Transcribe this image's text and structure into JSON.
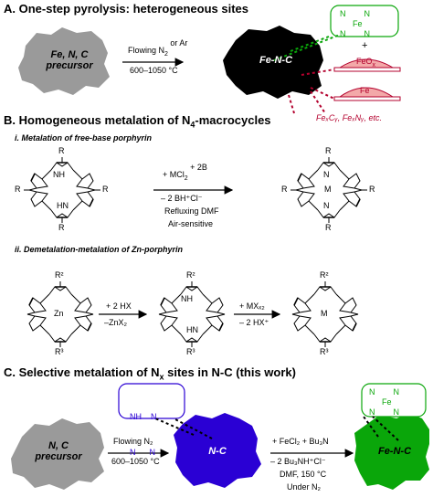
{
  "section_a": {
    "title": "A. One-step pyrolysis: heterogeneous sites",
    "precursor_line1": "Fe, N, C",
    "precursor_line2": "precursor",
    "arrow_above": "Flowing N",
    "arrow_above_sub": "2",
    "arrow_above_tail": " or Ar",
    "arrow_below": "600–1050 °C",
    "product": "Fe-N-C",
    "site_label_fe": "Fe",
    "site_label_n": "N",
    "plus": "+",
    "particle_1": "FeO",
    "particle_1_sub": "x",
    "particle_2": "Fe",
    "carbides": "FeₓCᵧ, FeₓNᵧ, etc."
  },
  "section_b": {
    "title": "B. Homogeneous metalation of N",
    "title_sub": "4",
    "title_tail": "-macrocycles",
    "sub_i": "i. Metalation of free-base porphyrin",
    "sub_i_reagent_top": "+ MCl",
    "sub_i_reagent_top_sub": "2",
    "sub_i_reagent_top_tail": " + 2B",
    "sub_i_reagent_mid": "– 2 BH⁺Cl⁻",
    "sub_i_cond_1": "Refluxing DMF",
    "sub_i_cond_2": "Air-sensitive",
    "sub_ii": "ii. Demetalation-metalation of Zn-porphyrin",
    "sub_ii_step1_top": "+ 2 HX",
    "sub_ii_step1_bot": "–ZnX₂",
    "sub_ii_step2_top": "+ MXₓ₂",
    "sub_ii_step2_bot": "– 2 HX⁺",
    "label_r": "R",
    "label_r2": "R²",
    "label_r3": "R³",
    "label_nh": "NH",
    "label_hn": "HN",
    "label_n": "N",
    "label_m": "M",
    "label_zn": "Zn"
  },
  "section_c": {
    "title": "C. Selective metalation of N",
    "title_sub": "x",
    "title_tail": " sites in N-C (this work)",
    "precursor_line1": "N, C",
    "precursor_line2": "precursor",
    "arrow1_top": "Flowing N₂",
    "arrow1_bot": "600–1050 °C",
    "nc_label": "N-C",
    "site_row1": "NH    N",
    "site_row2": "N      N",
    "arrow2_top": "+ FeCl₂ + Bu₃N",
    "arrow2_mid": "– 2 Bu₃NH⁺Cl⁻",
    "arrow2_cond1": "DMF, 150 °C",
    "arrow2_cond2": "Under N₂",
    "product": "Fe-N-C"
  },
  "colors": {
    "gray_blob": "#9a9a9a",
    "black_blob": "#000000",
    "blue_blob": "#2a00d4",
    "green_blob": "#0aa60a",
    "fe_pink": "#f3a9a9",
    "dark_red": "#b3002d"
  }
}
